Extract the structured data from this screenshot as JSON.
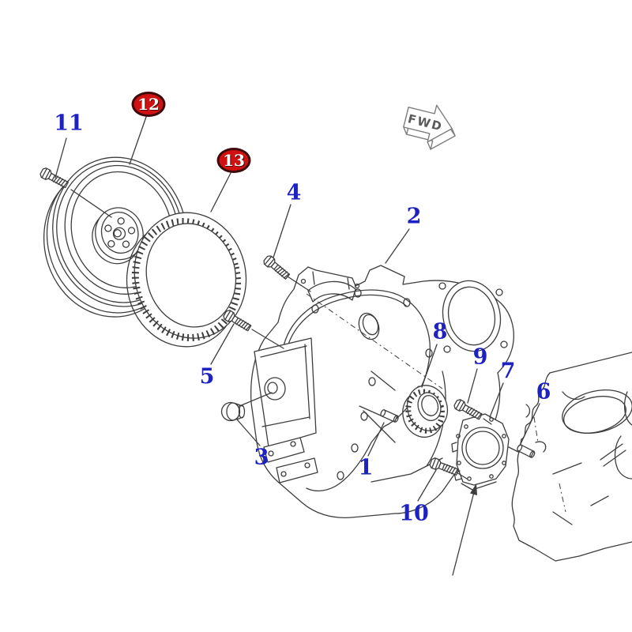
{
  "diagram": {
    "kind": "exploded-parts-diagram",
    "direction_label": "FWD",
    "callouts": {
      "c1": "1",
      "c2": "2",
      "c3": "3",
      "c4": "4",
      "c5": "5",
      "c6": "6",
      "c7": "7",
      "c8": "8",
      "c9": "9",
      "c10": "10",
      "c11": "11",
      "c12": "12",
      "c13": "13"
    },
    "highlighted_callouts": [
      "12",
      "13"
    ],
    "colors": {
      "callout_text": "#1e22c0",
      "badge_fill": "#d01111",
      "badge_border": "#3f0a0a",
      "badge_text": "#ffffff",
      "line_art": "#3d3d3d",
      "background": "#ffffff"
    }
  }
}
